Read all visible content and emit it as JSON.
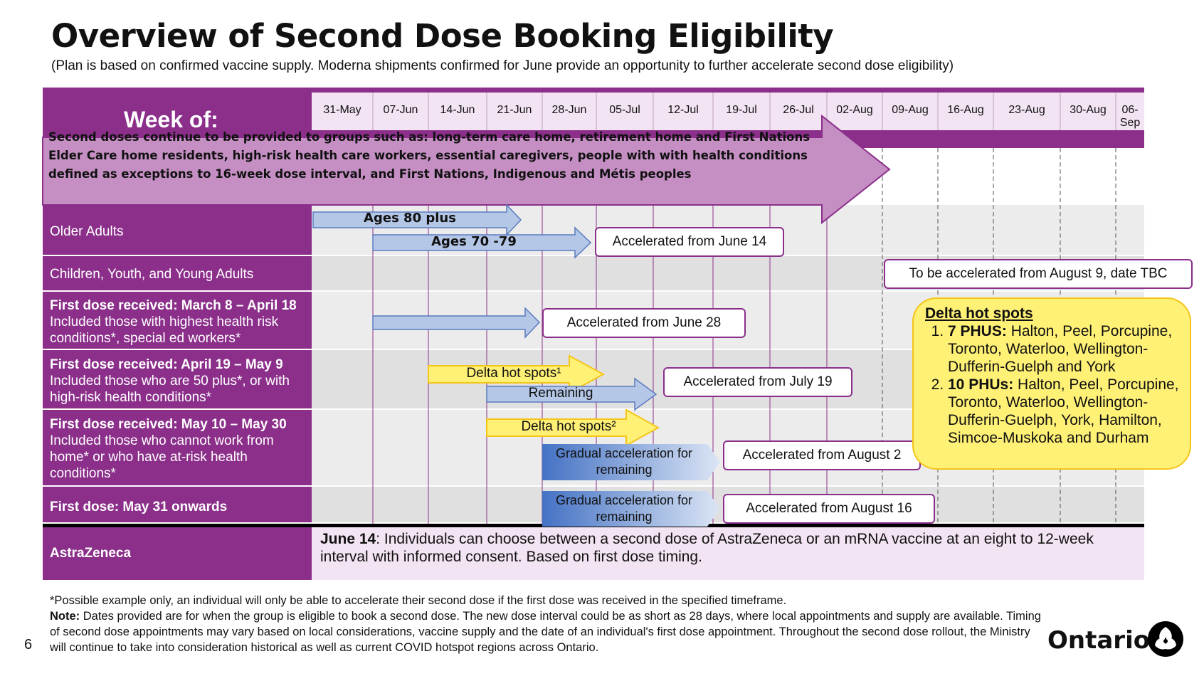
{
  "header": {
    "title": "Overview of Second Dose Booking Eligibility",
    "subtitle": "(Plan is based on confirmed vaccine supply. Moderna shipments confirmed for June provide an opportunity to further accelerate second dose eligibility)"
  },
  "timeline": {
    "week_of_label": "Week of:",
    "weeks": [
      "31-May",
      "07-Jun",
      "14-Jun",
      "21-Jun",
      "28-Jun",
      "05-Jul",
      "12-Jul",
      "19-Jul",
      "26-Jul",
      "02-Aug",
      "09-Aug",
      "16-Aug",
      "23-Aug",
      "30-Aug",
      "06-Sep"
    ]
  },
  "banner": {
    "text": "Second doses continue to be provided to groups such as: long-term care home, retirement home and First Nations Elder Care home residents, high-risk health care workers, essential caregivers, people with with health conditions defined as exceptions to 16-week dose interval, and First Nations, Indigenous and Métis peoples"
  },
  "rows": {
    "older_adults": {
      "label": "Older Adults",
      "arrow1": "Ages 80 plus",
      "arrow2": "Ages 70 -79",
      "box": "Accelerated from June 14"
    },
    "children": {
      "label": "Children, Youth, and Young Adults",
      "box": "To be accelerated from August 9, date TBC"
    },
    "mar8": {
      "label_bold": "First dose received: March 8 – April 18",
      "label_rest": "Included those with highest health risk conditions*, special ed workers*",
      "box": "Accelerated from June 28"
    },
    "apr19": {
      "label_bold": "First dose received: April 19 – May 9",
      "label_rest": "Included those who are 50 plus*, or with high-risk health conditions*",
      "arrow_delta": "Delta hot spots¹",
      "arrow_remaining": "Remaining",
      "box": "Accelerated from July 19"
    },
    "may10": {
      "label_bold": "First dose received: May 10 – May 30",
      "label_rest": "Included those who cannot work from home* or who have at-risk health conditions*",
      "arrow_delta": "Delta hot spots²",
      "gradual": "Gradual acceleration for remaining",
      "box": "Accelerated from August 2"
    },
    "may31": {
      "label": "First dose:  May 31 onwards",
      "gradual": "Gradual acceleration for remaining",
      "box": "Accelerated from August 16"
    },
    "astra": {
      "label": "AstraZeneca",
      "text_bold": "June 14",
      "text_rest": ": Individuals can choose between a second dose of AstraZeneca or an mRNA vaccine at an eight to 12-week interval with informed consent.  Based on first dose timing."
    }
  },
  "delta_box": {
    "heading": "Delta hot spots",
    "item1_bold": "7 PHUS:",
    "item1_rest": " Halton, Peel, Porcupine, Toronto, Waterloo, Wellington-Dufferin-Guelph and York",
    "item2_bold": "10 PHUs:",
    "item2_rest": " Halton, Peel, Porcupine, Toronto, Waterloo, Wellington-Dufferin-Guelph, York, Hamilton, Simcoe-Muskoka and Durham"
  },
  "footer": {
    "footnote1": "*Possible example only, an individual will only be able to accelerate their second dose if the first dose was received in the specified timeframe.",
    "note_label": "Note:",
    "note_text": "  Dates provided are for when the group is eligible to book a second dose. The new dose interval could be as short as 28 days, where local appointments and supply are available. Timing of second dose appointments may vary based on local considerations, vaccine supply and the date of an individual's first dose appointment. Throughout the second dose rollout, the Ministry will continue to take into consideration historical as well as current COVID hotspot regions across Ontario.",
    "page_number": "6",
    "brand": "Ontario"
  },
  "colors": {
    "purple_dark": "#8b2f8a",
    "purple_banner": "#c58fc4",
    "blue_arrow": "#b4c7e7",
    "yellow_arrow": "#fff176",
    "row_alt": "#e6e6e6",
    "astra_bg": "#f2e4f2"
  }
}
